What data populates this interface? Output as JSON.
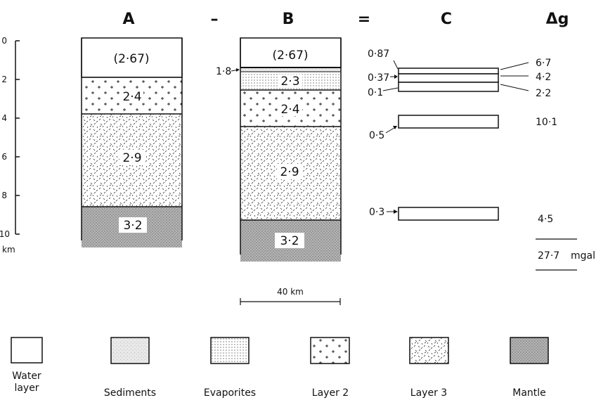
{
  "headers": {
    "a": "A",
    "minus": "–",
    "b": "B",
    "equals": "=",
    "c": "C",
    "dg": "Δg"
  },
  "axis": {
    "ticks": [
      "0",
      "2",
      "4",
      "6",
      "8",
      "10"
    ],
    "unit": "km"
  },
  "column_a": {
    "water": "(2·67)",
    "layer2": "2·4",
    "layer3": "2·9",
    "mantle": "3·2"
  },
  "column_b": {
    "sed_thickness": "1·8",
    "water": "(2·67)",
    "evaporites": "2·3",
    "layer2": "2·4",
    "layer3": "2·9",
    "mantle": "3·2"
  },
  "column_c": {
    "contrasts": [
      "0·87",
      "0·37",
      "0·1",
      "0·5",
      "0·3"
    ]
  },
  "delta_g": {
    "values": [
      "6·7",
      "4·2",
      "2·2",
      "10·1",
      "4·5"
    ],
    "total": "27·7",
    "unit": "mgal"
  },
  "scale_bar": {
    "label": "40 km"
  },
  "legend": [
    {
      "label_lines": [
        "Water",
        "layer"
      ],
      "pattern": "water"
    },
    {
      "label_lines": [
        "Sediments"
      ],
      "pattern": "sediments"
    },
    {
      "label_lines": [
        "Evaporites"
      ],
      "pattern": "evaporites"
    },
    {
      "label_lines": [
        "Layer 2"
      ],
      "pattern": "layer2"
    },
    {
      "label_lines": [
        "Layer 3"
      ],
      "pattern": "layer3"
    },
    {
      "label_lines": [
        "Mantle"
      ],
      "pattern": "mantle"
    }
  ]
}
